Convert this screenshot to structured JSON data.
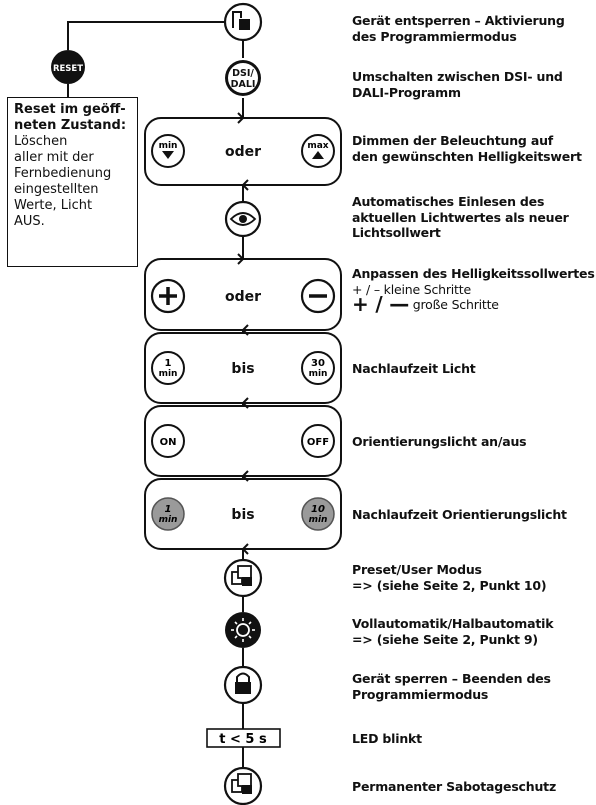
{
  "reset": {
    "badge": "RESET",
    "title_lines": [
      "Reset im geöff-",
      "neten Zustand:"
    ],
    "body_lines": [
      "Löschen",
      "aller mit der",
      "Fernbedienung",
      "eingestellten",
      "Werte, Licht",
      "AUS."
    ]
  },
  "nodes": {
    "dsi_dali": {
      "line1": "DSI/",
      "line2": "DALI"
    },
    "min": "min",
    "max": "max",
    "oder_1": "oder",
    "oder_2": "oder",
    "bis_1": "bis",
    "bis_2": "bis",
    "light_1": {
      "num": "1",
      "unit": "min"
    },
    "light_30": {
      "num": "30",
      "unit": "min"
    },
    "on": "ON",
    "off": "OFF",
    "orient_1": {
      "num": "1",
      "unit": "min"
    },
    "orient_10": {
      "num": "10",
      "unit": "min"
    },
    "timer": "t < 5 s"
  },
  "labels": {
    "unlock": [
      "Gerät entsperren – Aktivierung",
      "des Programmiermodus"
    ],
    "dsi_dali": [
      "Umschalten zwischen DSI- und",
      "DALI-Programm"
    ],
    "dimming": [
      "Dimmen der Beleuchtung auf",
      "den gewünschten Helligkeitswert"
    ],
    "auto_read": [
      "Automatisches Einlesen des",
      "aktuellen Lichtwertes als neuer",
      "Lichtsollwert"
    ],
    "adjust_title": "Anpassen des Helligkeitssollwertes",
    "adjust_small": "+ / – kleine Schritte",
    "adjust_big_sym": "+ / —",
    "adjust_big": "große Schritte",
    "light_runtime": "Nachlaufzeit Licht",
    "orient_onoff": "Orientierungslicht an/aus",
    "orient_runtime": "Nachlaufzeit Orientierungslicht",
    "preset": [
      "Preset/User Modus",
      "=> (siehe Seite 2, Punkt 10)"
    ],
    "auto_mode": [
      "Vollautomatik/Halbautomatik",
      "=> (siehe Seite 2, Punkt 9)"
    ],
    "lock": [
      "Gerät sperren – Beenden des",
      "Programmiermodus"
    ],
    "led": "LED blinkt",
    "sabotage": "Permanenter Sabotageschutz"
  }
}
